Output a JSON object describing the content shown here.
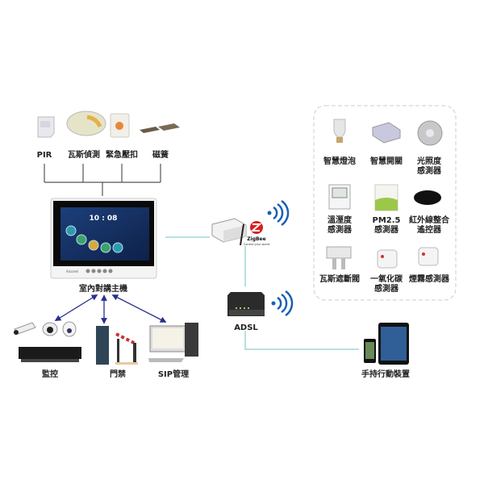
{
  "sensors": [
    {
      "label": "PIR"
    },
    {
      "label": "瓦斯偵測"
    },
    {
      "label": "緊急壓扣"
    },
    {
      "label": "磁簧"
    }
  ],
  "main_unit": {
    "label": "室內對講主機",
    "clock": "10 : 08",
    "brand": "Aiconet"
  },
  "zigbee": {
    "logo_text": "ZigBee",
    "tagline": "Control your world"
  },
  "router": {
    "label": "ADSL"
  },
  "mobile": {
    "label": "手持行動裝置"
  },
  "subsystems": [
    {
      "label": "監控"
    },
    {
      "label": "門禁"
    },
    {
      "label": "SIP管理"
    }
  ],
  "smart_devices": [
    {
      "line1": "智慧燈泡",
      "line2": ""
    },
    {
      "line1": "智慧開關",
      "line2": ""
    },
    {
      "line1": "光照度",
      "line2": "感測器"
    },
    {
      "line1": "溫溼度",
      "line2": "感測器"
    },
    {
      "line1": "PM2.5",
      "line2": "感測器"
    },
    {
      "line1": "紅外線整合",
      "line2": "遙控器"
    },
    {
      "line1": "瓦斯遮斷閥",
      "line2": ""
    },
    {
      "line1": "一氧化碳",
      "line2": "感測器"
    },
    {
      "line1": "煙霧感測器",
      "line2": ""
    }
  ],
  "colors": {
    "link": "#8fcfd0",
    "arrow": "#2a2f8a",
    "wifi": "#1a5fb4",
    "zigbee_red": "#d62020"
  }
}
